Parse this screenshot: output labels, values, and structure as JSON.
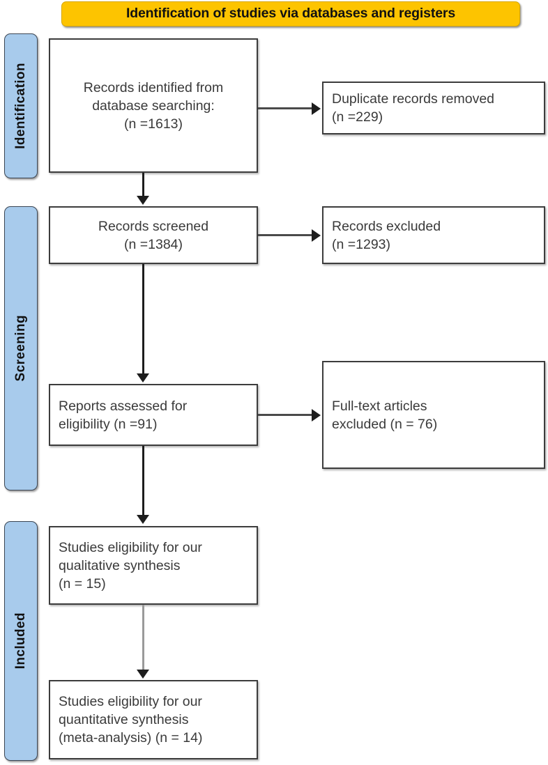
{
  "banner": {
    "label": "Identification of studies via databases and registers",
    "color": "#FDC400"
  },
  "stages": [
    {
      "key": "identification",
      "label": "Identification"
    },
    {
      "key": "screening",
      "label": "Screening"
    },
    {
      "key": "included",
      "label": "Included"
    }
  ],
  "stage_color": "#A8CBEC",
  "boxes": {
    "identified": "Records identified from\ndatabase searching:\n(n =1613)",
    "duplicates": "Duplicate records removed\n(n =229)",
    "screened": "Records screened\n(n =1384)",
    "excluded": "Records excluded\n(n =1293)",
    "assessed": "Reports assessed for\neligibility (n =91)",
    "fulltext": "Full-text articles\nexcluded (n = 76)",
    "qualitative": "Studies eligibility for our\nqualitative synthesis\n(n = 15)",
    "quantitative": "Studies eligibility for our\nquantitative synthesis\n(meta-analysis) (n = 14)"
  },
  "counts": {
    "records_identified": 1613,
    "duplicates_removed": 229,
    "records_screened": 1384,
    "records_excluded": 1293,
    "reports_assessed": 91,
    "fulltext_excluded": 76,
    "qualitative_synthesis": 15,
    "quantitative_synthesis": 14
  }
}
